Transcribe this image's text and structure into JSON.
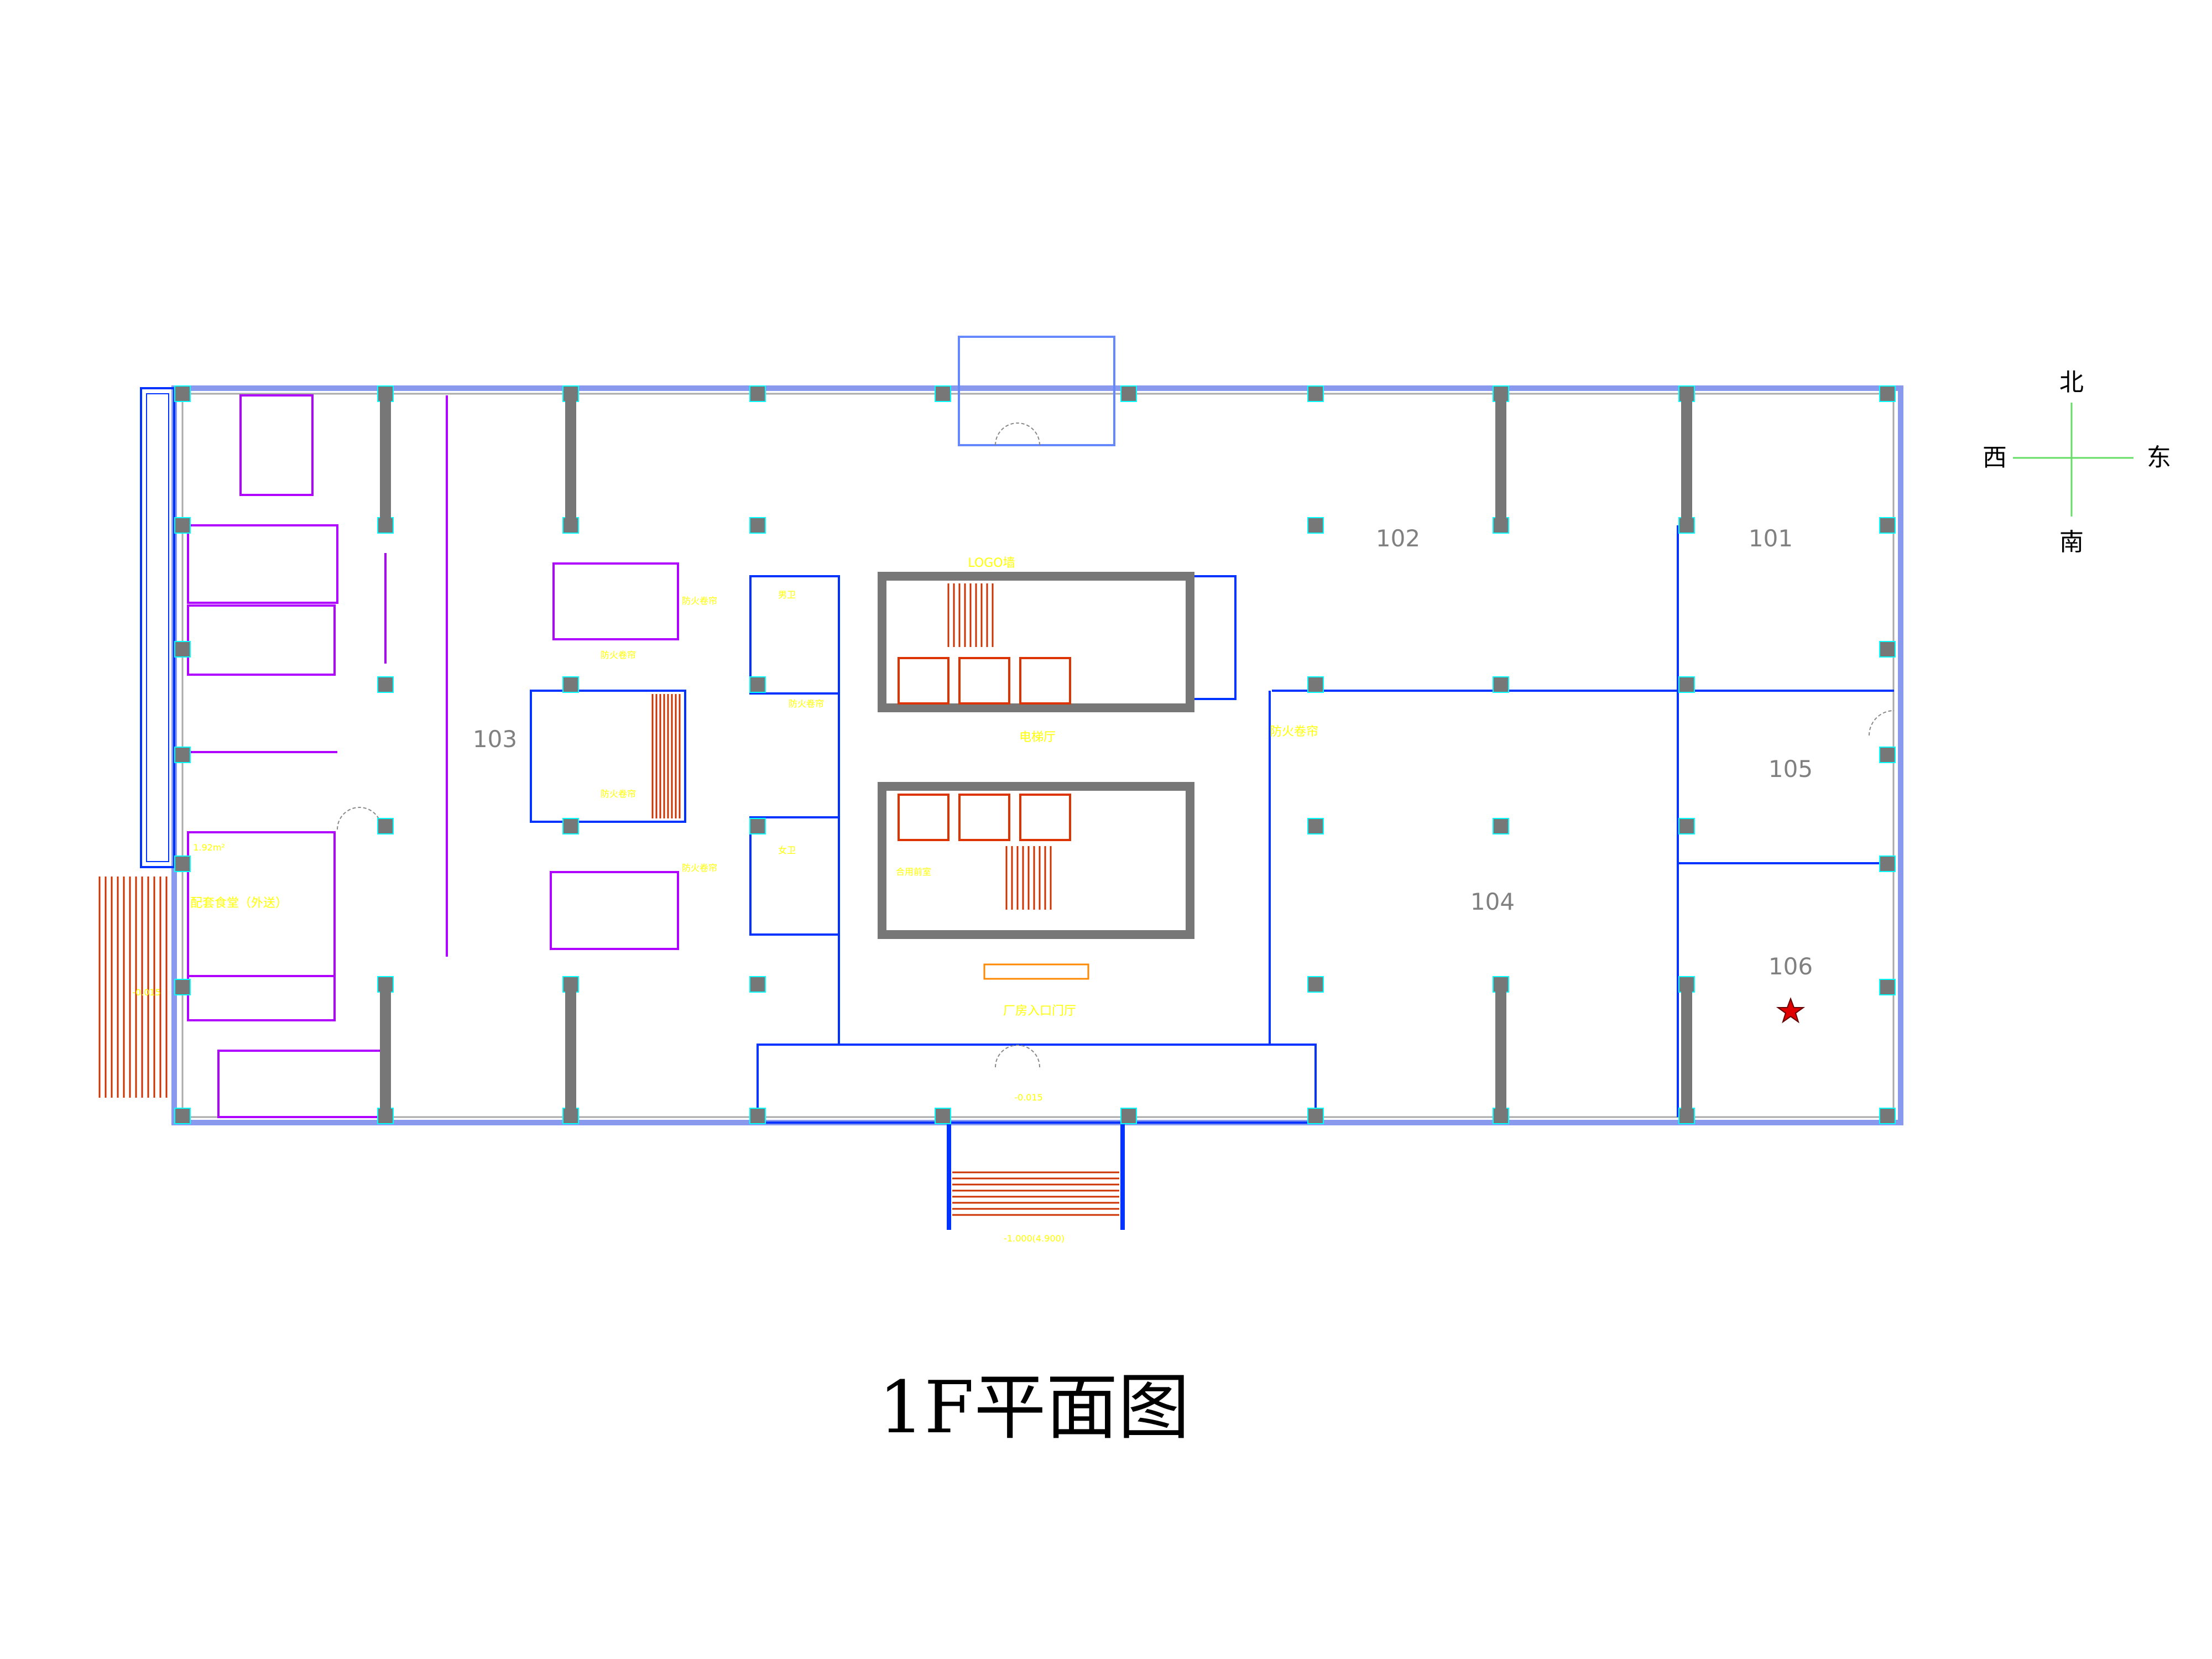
{
  "drawing": {
    "title": "1F平面图",
    "compass": {
      "north": "北",
      "south": "南",
      "east": "东",
      "west": "西"
    },
    "rooms": [
      {
        "number": "101"
      },
      {
        "number": "102"
      },
      {
        "number": "103"
      },
      {
        "number": "104"
      },
      {
        "number": "105"
      },
      {
        "number": "106"
      }
    ],
    "marker": {
      "icon": "star-icon",
      "color": "#e00000",
      "room": "106"
    },
    "labels": {
      "logo_wall": "LOGO墙",
      "elevator_hall": "电梯厅",
      "fire_shutter": "防火卷帘",
      "entrance_lobby": "厂房入口门厅",
      "shared_anteroom": "合用前室",
      "canteen": "配套食堂（外送）",
      "area": "1.92m²",
      "mens_wc": "男卫",
      "womens_wc": "女卫",
      "elev_west": "-0.015",
      "elev_south": "-0.015",
      "elev_steps": "-1.000(4.900)"
    },
    "colors": {
      "wall_blue": "#0033ff",
      "partition_magenta": "#b000ff",
      "column_gray": "#777777",
      "column_edge": "#00ffff",
      "stair_red": "#cc3300",
      "door_green": "#ccff00",
      "text_yellow": "#ffff00",
      "compass_green": "#66dd66"
    }
  }
}
